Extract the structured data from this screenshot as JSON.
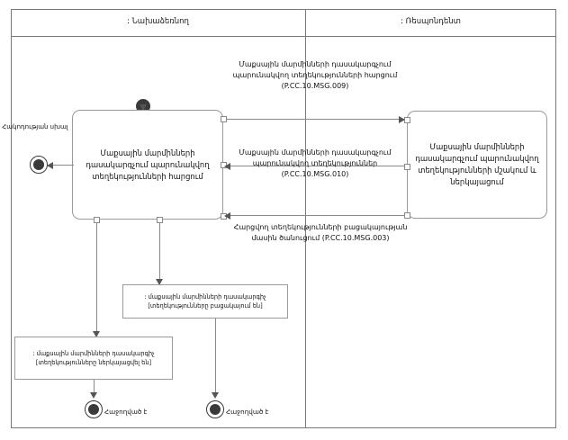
{
  "diagram": {
    "title": "UML activity diagram with swimlanes",
    "lanes": [
      {
        "id": "initiator",
        "label": ": Նախաձեռնող"
      },
      {
        "id": "respondent",
        "label": ": Ռեսպոնդենտ"
      }
    ]
  },
  "activities": [
    {
      "id": "request",
      "label": "Մաքսային մարմինների դասակարգչում պարունակվող տեղեկությունների հարցում"
    },
    {
      "id": "process",
      "label": "Մաքսային մարմինների դասակարգչում պարունակվող տեղեկությունների մշակում և ներկայացում"
    }
  ],
  "objects": [
    {
      "id": "missing",
      "label": ": մաքսային մարմինների դասակարգիչ [տեղեկությունները բացակայում են]"
    },
    {
      "id": "presented",
      "label": ": մաքսային մարմինների դասակարգիչ [տեղեկությունները ներկայացվել են]"
    }
  ],
  "flows": [
    {
      "id": "msg009",
      "label": "Մաքսային մարմինների դասակարգչում պարունակվող տեղեկությունների հարցում (P.CC.10.MSG.009)",
      "message_id": "P.CC.10.MSG.009",
      "direction": "left-to-right"
    },
    {
      "id": "msg010",
      "label": "Մաքսային մարմինների դասակարգչում պարունակվող տեղեկություններ (P.CC.10.MSG.010)",
      "message_id": "P.CC.10.MSG.010",
      "direction": "right-to-left"
    },
    {
      "id": "msg003",
      "label": "Հարցվող տեղեկությունների բացակայության մասին ծանուցում (P.CC.10.MSG.003)",
      "message_id": "P.CC.10.MSG.003",
      "direction": "right-to-left"
    }
  ],
  "labels": {
    "error_flow": "Հակոդության սխալ",
    "end_success_1": "Հաջողված է",
    "end_success_2": "Հաջողված է"
  },
  "nodes": {
    "initial": "initial-node",
    "final_error": "final-node",
    "final_success_1": "final-node",
    "final_success_2": "final-node"
  },
  "colors": {
    "frame_border": "#7a7a7a",
    "box_border": "#9a9a9a",
    "edge": "#8a8a8a",
    "node_fill": "#3a3a3a",
    "text": "#111111",
    "background": "#ffffff"
  }
}
